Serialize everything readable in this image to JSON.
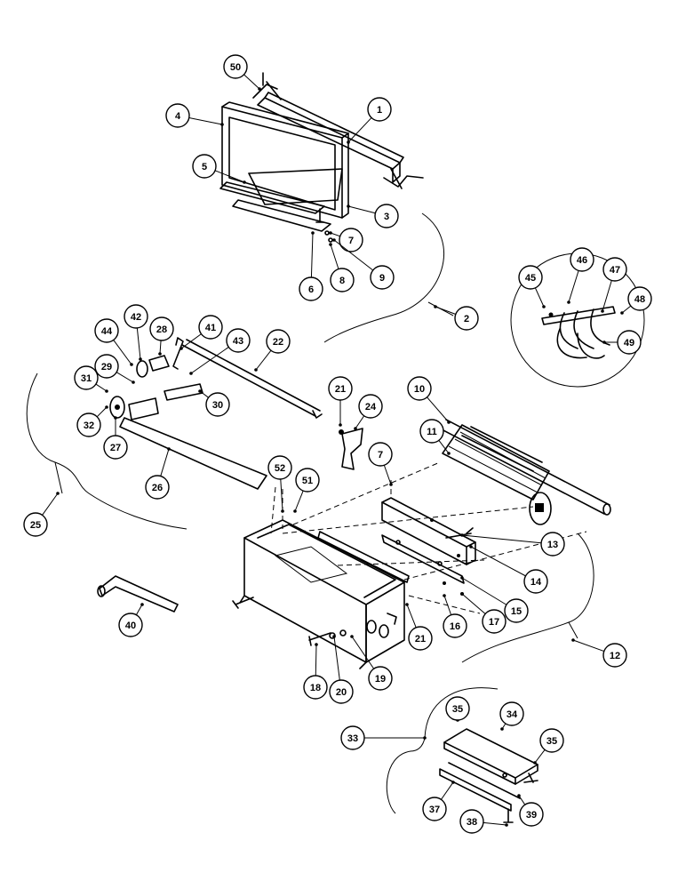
{
  "callouts": [
    {
      "label": "50"
    },
    {
      "label": "1"
    },
    {
      "label": "4"
    },
    {
      "label": "5"
    },
    {
      "label": "3"
    },
    {
      "label": "7"
    },
    {
      "label": "9"
    },
    {
      "label": "8"
    },
    {
      "label": "6"
    },
    {
      "label": "2"
    },
    {
      "label": "45"
    },
    {
      "label": "46"
    },
    {
      "label": "47"
    },
    {
      "label": "48"
    },
    {
      "label": "49"
    },
    {
      "label": "44"
    },
    {
      "label": "42"
    },
    {
      "label": "28"
    },
    {
      "label": "41"
    },
    {
      "label": "43"
    },
    {
      "label": "22"
    },
    {
      "label": "29"
    },
    {
      "label": "31"
    },
    {
      "label": "30"
    },
    {
      "label": "21"
    },
    {
      "label": "24"
    },
    {
      "label": "10"
    },
    {
      "label": "32"
    },
    {
      "label": "27"
    },
    {
      "label": "11"
    },
    {
      "label": "26"
    },
    {
      "label": "7"
    },
    {
      "label": "52"
    },
    {
      "label": "51"
    },
    {
      "label": "25"
    },
    {
      "label": "13"
    },
    {
      "label": "14"
    },
    {
      "label": "15"
    },
    {
      "label": "17"
    },
    {
      "label": "16"
    },
    {
      "label": "21"
    },
    {
      "label": "40"
    },
    {
      "label": "12"
    },
    {
      "label": "18"
    },
    {
      "label": "20"
    },
    {
      "label": "19"
    },
    {
      "label": "35"
    },
    {
      "label": "34"
    },
    {
      "label": "33"
    },
    {
      "label": "35"
    },
    {
      "label": "37"
    },
    {
      "label": "39"
    },
    {
      "label": "38"
    }
  ]
}
